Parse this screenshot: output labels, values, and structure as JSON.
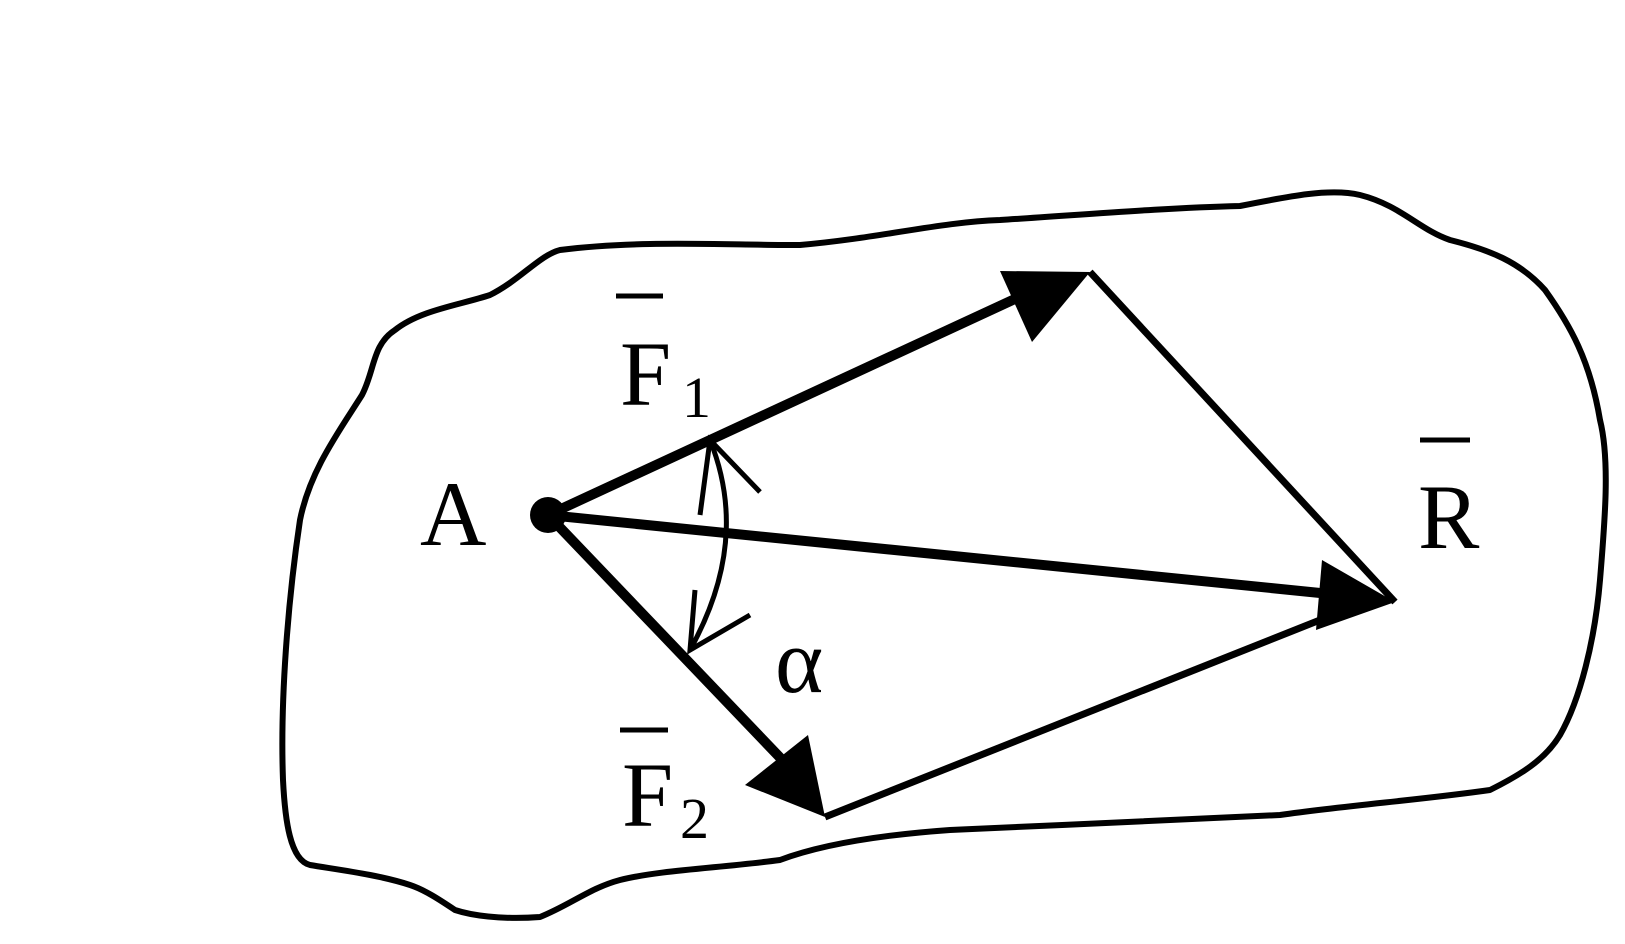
{
  "labels": {
    "point": "A",
    "force1": "F",
    "force1_sub": "1",
    "force2": "F",
    "force2_sub": "2",
    "resultant": "R",
    "angle": "α"
  },
  "colors": {
    "ink": "#000000",
    "background": "#ffffff"
  }
}
